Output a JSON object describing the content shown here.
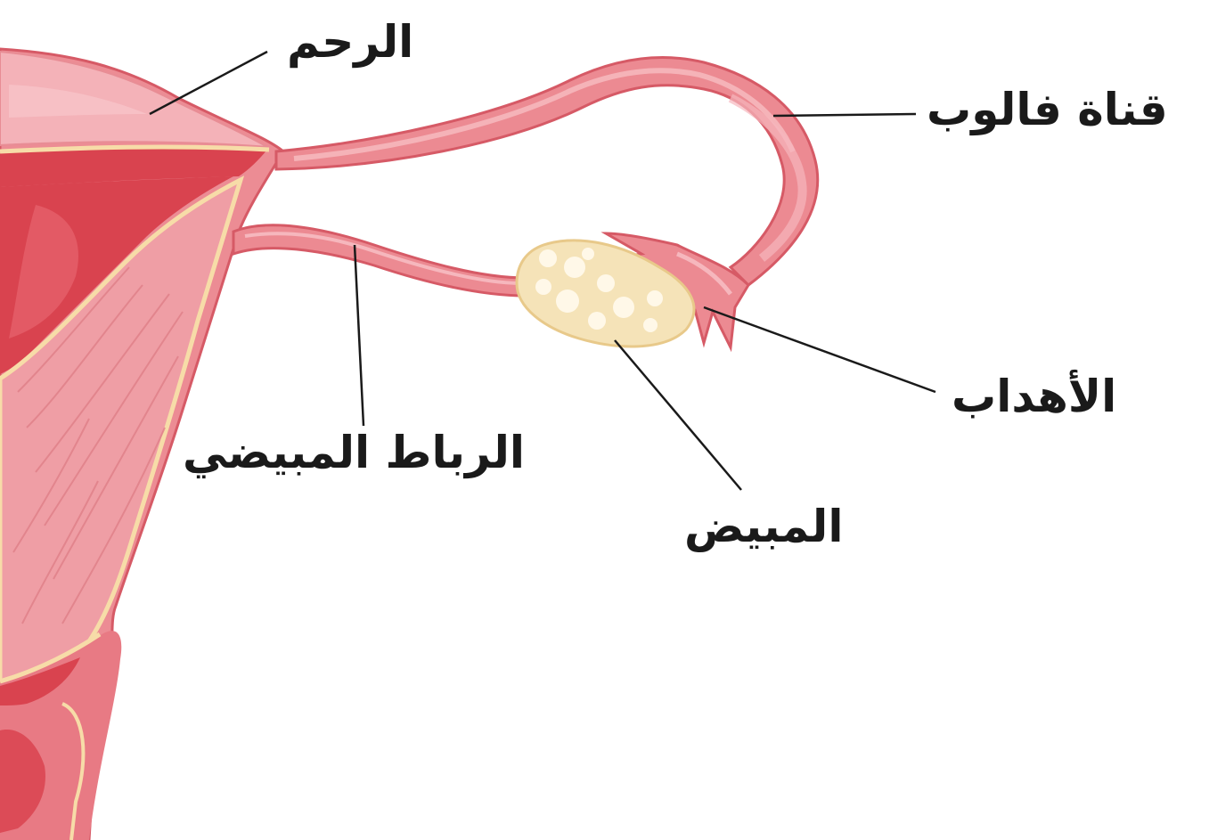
{
  "labels": {
    "uterus": "الرحم",
    "fallopian_tube": "قناة فالوب",
    "fimbriae": "الأهداب",
    "ovarian_ligament": "الرباط المبيضي",
    "ovary": "المبيض"
  },
  "colors": {
    "uterus_outer": "#e87a84",
    "uterus_inner": "#d9434f",
    "tissue_pink": "#f2a3aa",
    "tissue_light": "#f8c6cb",
    "tube": "#ec8a92",
    "tube_highlight": "#f6b7bd",
    "ovary": "#f5e3b8",
    "ovary_follicle": "#fff8e8",
    "border_cream": "#f7dca8",
    "leader_line": "#1a1a1a"
  }
}
